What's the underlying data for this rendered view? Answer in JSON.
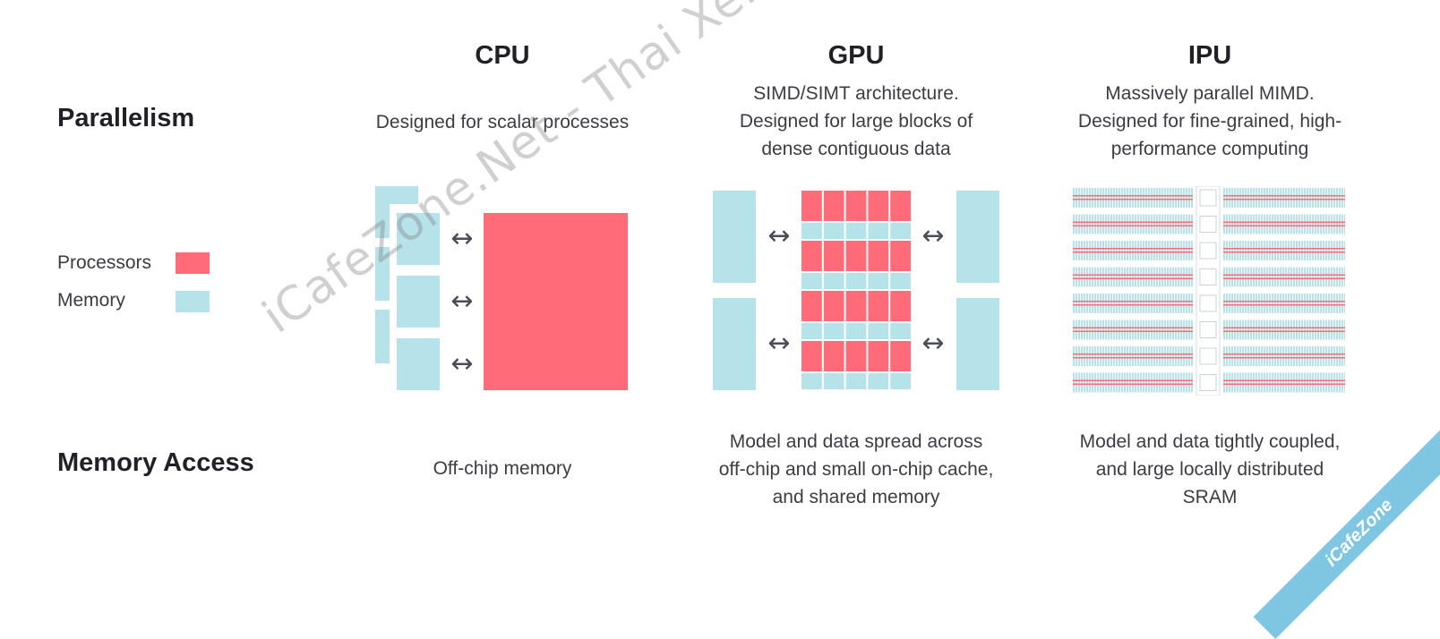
{
  "rows": {
    "parallelism": "Parallelism",
    "memory_access": "Memory Access"
  },
  "legend": {
    "processors": "Processors",
    "memory": "Memory",
    "processor_color": "#ff6b78",
    "memory_color": "#b6e2e9"
  },
  "columns": [
    {
      "title": "CPU",
      "parallelism_lines": [
        "Designed for scalar processes"
      ],
      "memory_lines": [
        "Off-chip memory"
      ]
    },
    {
      "title": "GPU",
      "parallelism_lines": [
        "SIMD/SIMT architecture.",
        "Designed for large blocks of",
        "dense contiguous data"
      ],
      "memory_lines": [
        "Model and data spread across",
        "off-chip and small on-chip cache,",
        "and shared memory"
      ]
    },
    {
      "title": "IPU",
      "parallelism_lines": [
        "Massively parallel MIMD.",
        "Designed for fine-grained, high-",
        "performance computing"
      ],
      "memory_lines": [
        "Model and data tightly coupled,",
        "and large locally distributed",
        "SRAM"
      ]
    }
  ],
  "arrow_glyph": "↔",
  "watermark": "iCafeZone.Net - Thai XenForo Community",
  "corner_badge": "iCafeZone"
}
